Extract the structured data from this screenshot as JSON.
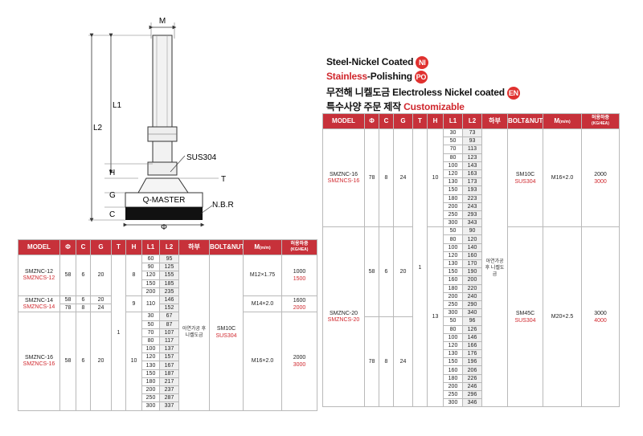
{
  "drawing": {
    "labels": {
      "m": "M",
      "l1": "L1",
      "l2": "L2",
      "h": "H",
      "g": "G",
      "c": "C",
      "t": "T",
      "phi": "Φ",
      "sus": "SUS304",
      "nbr": "N.B.R",
      "brand": "Q-MASTER"
    }
  },
  "legend": {
    "line1_text": "Steel-Nickel Coated",
    "line1_badge": "NI",
    "line2_red": "Stainless",
    "line2_text": "-Polishing",
    "line2_badge": "PO",
    "line3_text": "무전해 니켈도금 Electroless Nickel coated",
    "line3_badge": "EN",
    "line4_text": "특수사양 주문 제작",
    "line4_red": "Customizable"
  },
  "headers": {
    "model": "MODEL",
    "phi": "Φ",
    "c": "C",
    "g": "G",
    "t": "T",
    "h": "H",
    "l1": "L1",
    "l2": "L2",
    "material": "하부",
    "bolt": "BOLT&NUT",
    "m": "M",
    "m_unit": "(m/m)",
    "load": "허용하중",
    "load_unit": "(KG/4EA)"
  },
  "left": {
    "g1": {
      "model1": "SMZNC-12",
      "model2": "SMZNCS-12",
      "phi": "58",
      "c": "6",
      "g": "20",
      "h": "8",
      "m": "M12×1.75",
      "load1": "1000",
      "load2": "1500",
      "rows": [
        [
          "60",
          "95"
        ],
        [
          "90",
          "125"
        ],
        [
          "120",
          "155"
        ],
        [
          "150",
          "185"
        ],
        [
          "200",
          "235"
        ]
      ]
    },
    "g2": {
      "model1": "SMZNC-14",
      "model2": "SMZNCS-14",
      "phi1": "58",
      "phi2": "78",
      "c1": "6",
      "c2": "8",
      "g1": "20",
      "g2": "24",
      "h": "9",
      "l1": "110",
      "l2a": "146",
      "l2b": "152",
      "m": "M14×2.0",
      "load1": "1600",
      "load2": "2000"
    },
    "g3": {
      "model1": "SMZNC-16",
      "model2": "SMZNCS-16",
      "phi": "58",
      "c": "6",
      "g": "20",
      "h": "10",
      "m": "M16×2.0",
      "load1": "2000",
      "load2": "3000",
      "rows": [
        [
          "30",
          "67"
        ],
        [
          "50",
          "87"
        ],
        [
          "70",
          "107"
        ],
        [
          "80",
          "117"
        ],
        [
          "100",
          "137"
        ],
        [
          "120",
          "157"
        ],
        [
          "130",
          "167"
        ],
        [
          "150",
          "187"
        ],
        [
          "180",
          "217"
        ],
        [
          "200",
          "237"
        ],
        [
          "250",
          "287"
        ],
        [
          "300",
          "337"
        ]
      ]
    },
    "t": "1",
    "material": "아연가공 후 니켈도금",
    "bolt1": "SM10C",
    "bolt2": "SUS304"
  },
  "right": {
    "g1": {
      "model1": "SMZNC-16",
      "model2": "SMZNCS-16",
      "phi": "78",
      "c": "8",
      "g": "24",
      "h": "10",
      "bolt1": "SM10C",
      "bolt2": "SUS304",
      "m": "M16×2.0",
      "load1": "2000",
      "load2": "3000",
      "rows": [
        [
          "30",
          "73"
        ],
        [
          "50",
          "93"
        ],
        [
          "70",
          "113"
        ],
        [
          "80",
          "123"
        ],
        [
          "100",
          "143"
        ],
        [
          "120",
          "163"
        ],
        [
          "130",
          "173"
        ],
        [
          "150",
          "193"
        ],
        [
          "180",
          "223"
        ],
        [
          "200",
          "243"
        ],
        [
          "250",
          "293"
        ],
        [
          "300",
          "343"
        ]
      ]
    },
    "g2": {
      "model1": "SMZNC-20",
      "model2": "SMZNCS-20",
      "phi_a": "58",
      "c_a": "6",
      "g_a": "20",
      "phi_b": "78",
      "c_b": "8",
      "g_b": "24",
      "h": "13",
      "bolt1": "SM45C",
      "bolt2": "SUS304",
      "m": "M20×2.5",
      "load1": "3000",
      "load2": "4000",
      "rows": [
        [
          "50",
          "90"
        ],
        [
          "80",
          "120"
        ],
        [
          "100",
          "140"
        ],
        [
          "120",
          "160"
        ],
        [
          "130",
          "170"
        ],
        [
          "150",
          "190"
        ],
        [
          "160",
          "200"
        ],
        [
          "180",
          "220"
        ],
        [
          "200",
          "240"
        ],
        [
          "250",
          "290"
        ],
        [
          "300",
          "340"
        ],
        [
          "50",
          "96"
        ],
        [
          "80",
          "126"
        ],
        [
          "100",
          "146"
        ],
        [
          "120",
          "166"
        ],
        [
          "130",
          "176"
        ],
        [
          "150",
          "196"
        ],
        [
          "160",
          "206"
        ],
        [
          "180",
          "226"
        ],
        [
          "200",
          "246"
        ],
        [
          "250",
          "296"
        ],
        [
          "300",
          "346"
        ]
      ]
    },
    "t": "1",
    "material": "아연가공 후 니켈도금"
  }
}
